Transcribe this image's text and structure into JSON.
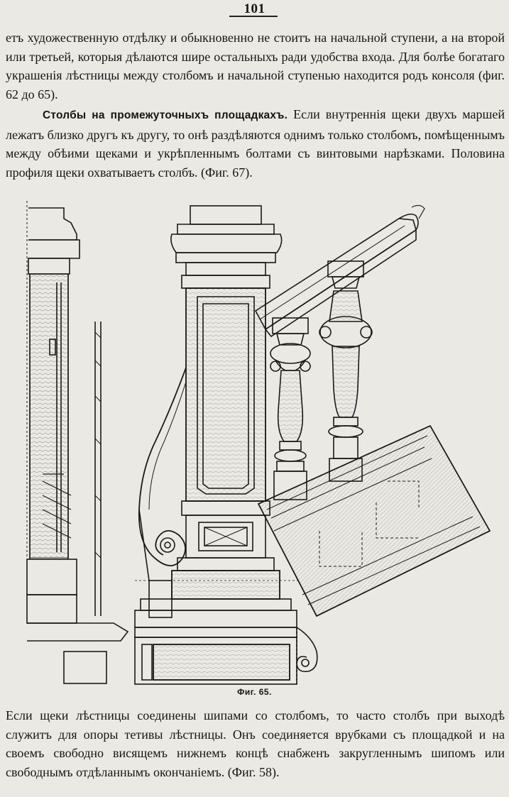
{
  "page": {
    "number": "101"
  },
  "paragraphs": {
    "p1": "етъ художественную отдѣлку и обыкновенно не стоитъ на начальной ступени, а на второй или третьей, которыя дѣлаются шире остальныхъ ради удобства входа. Для болѣе богатаго украшенія лѣстницы между столбомъ и начальной ступенью находится родъ консоля (фиг. 62 до 65).",
    "p2_title": "Столбы на промежуточныхъ площадкахъ.",
    "p2_body": " Если внутреннія щеки двухъ маршей лежатъ близко другъ къ другу, то онѣ раздѣляются однимъ только столбомъ, помѣщеннымъ между обѣими щеками и укрѣпленнымъ болтами съ винтовыми нарѣзками. Половина профиля щеки охватываетъ столбъ. (Фиг. 67).",
    "p3": "Если щеки лѣстницы соединены шипами со столбомъ, то часто столбъ при выходѣ служитъ для опоры тетивы лѣстницы. Онъ соединяется врубками съ площадкой и на своемъ свободно висящемъ нижнемъ концѣ снабженъ закругленнымъ шипомъ или свободнымъ отдѣланнымъ окончаніемъ. (Фиг. 58)."
  },
  "figure": {
    "caption": "Фиг. 65.",
    "subject": "newel post with balusters, handrail and stair stringer"
  }
}
